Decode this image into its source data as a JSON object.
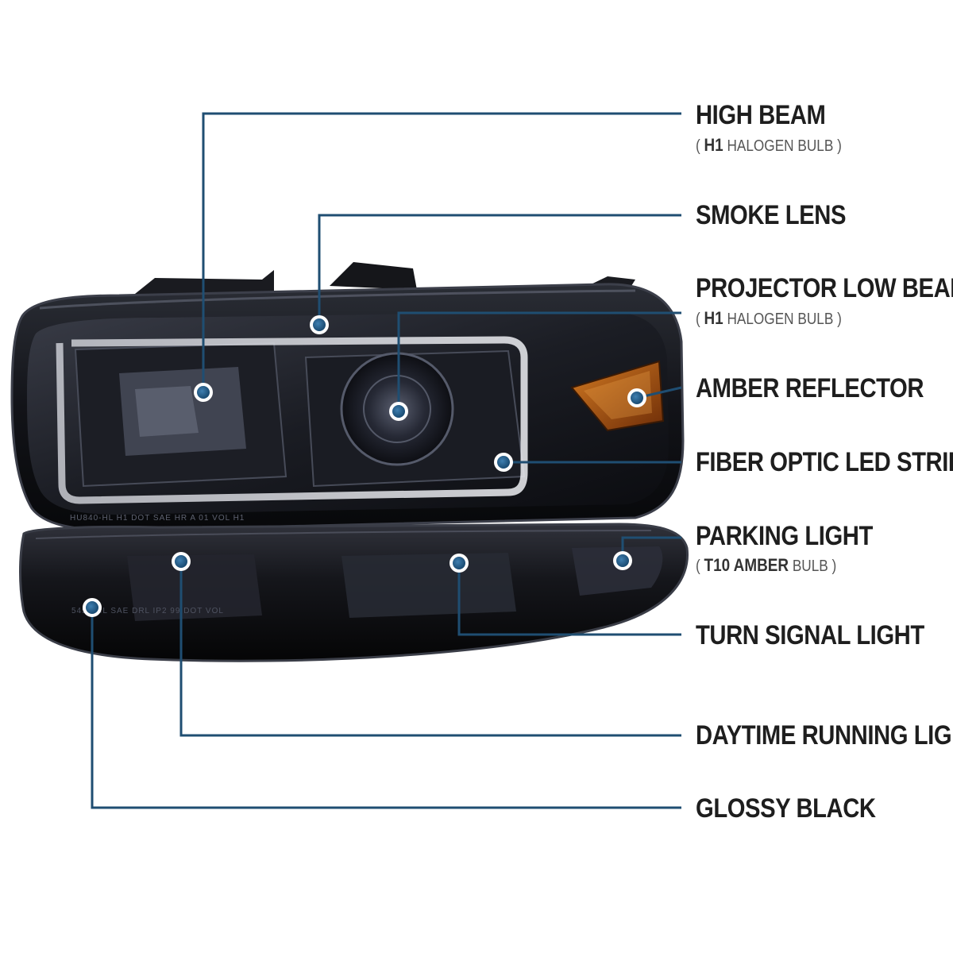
{
  "accent_color": "#1f4e72",
  "callouts": [
    {
      "id": "high-beam",
      "label": "HIGH BEAM",
      "sub_open": "( ",
      "sub_bold": "H1",
      "sub_rest": " HALOGEN BULB )"
    },
    {
      "id": "smoke-lens",
      "label": "SMOKE LENS"
    },
    {
      "id": "projector-low-beam",
      "label": "PROJECTOR LOW BEAM",
      "sub_open": "( ",
      "sub_bold": "H1",
      "sub_rest": " HALOGEN BULB )"
    },
    {
      "id": "amber-reflector",
      "label": "AMBER REFLECTOR"
    },
    {
      "id": "fiber-optic-led-strip",
      "label": "FIBER OPTIC LED STRIP"
    },
    {
      "id": "parking-light",
      "label": "PARKING LIGHT",
      "sub_open": "( ",
      "sub_bold": "T10 AMBER",
      "sub_rest": " BULB )"
    },
    {
      "id": "turn-signal-light",
      "label": "TURN SIGNAL LIGHT"
    },
    {
      "id": "daytime-running-light",
      "label": "DAYTIME RUNNING LIGHT"
    },
    {
      "id": "glossy-black",
      "label": "GLOSSY BLACK"
    }
  ],
  "headlight_markings": "HU840-HL H1 DOT SAE HR A 01 VOL H1",
  "bumper_markings": "545-FCL SAE DRL IP2  99 DOT VOL"
}
